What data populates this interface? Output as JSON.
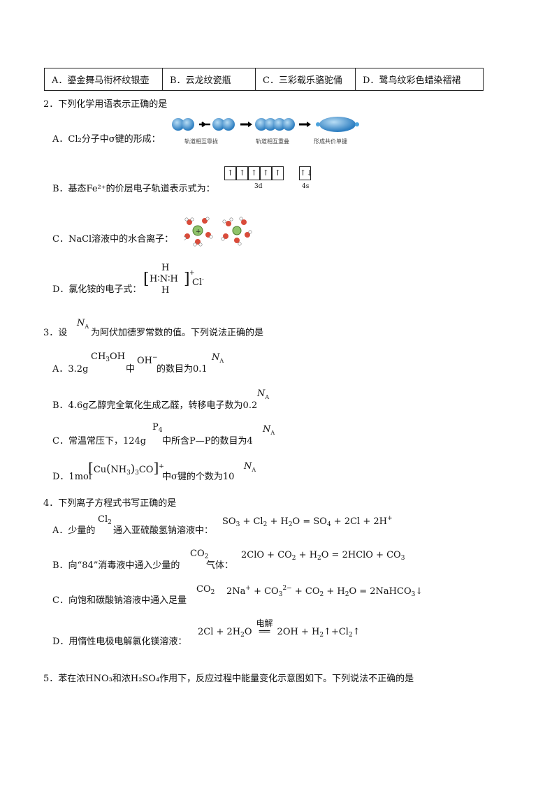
{
  "q1_options": [
    {
      "letter": "A．",
      "text": "鎏金舞马衔杯纹银壶"
    },
    {
      "letter": "B．",
      "text": "云龙纹瓷瓶"
    },
    {
      "letter": "C．",
      "text": "三彩载乐骆驼俑"
    },
    {
      "letter": "D．",
      "text": "鹭鸟纹彩色蜡染褶裙"
    }
  ],
  "q2": {
    "stem": "2．下列化学用语表示正确的是",
    "a_text": "A．Cl₂分子中σ键的形成：",
    "a_captions": [
      "轨道相互靠拢",
      "轨道相互重叠",
      "形成共价单键"
    ],
    "b_text": "B．基态Fe²⁺的价层电子轨道表示式为：",
    "b_3d": "3d",
    "b_4s": "4s",
    "c_text": "C．NaCl溶液中的水合离子：",
    "d_text": "D．氯化铵的电子式："
  },
  "q3": {
    "stem_pre": "3．设",
    "stem_post": "为阿伏加德罗常数的值。下列说法正确的是",
    "a_pre": "A．3.2g",
    "a_mid": "中",
    "a_post": "的数目为0.1",
    "b_pre": "B．4.6g乙醇完全氧化生成乙醛，转移电子数为0.2",
    "c_pre": "C．常温常压下，124g",
    "c_post": "中所含P—P的数目为4",
    "d_pre": "D．1mol",
    "d_post": "中σ键的个数为10"
  },
  "q4": {
    "stem": "4．下列离子方程式书写正确的是",
    "a_pre": "A．少量的",
    "a_post": "通入亚硫酸氢钠溶液中：",
    "b_pre": "B．向“84”消毒液中通入少量的",
    "b_post": "气体：",
    "c_pre": "C．向饱和碳酸钠溶液中通入足量",
    "d_pre": "D．用惰性电极电解氯化镁溶液：",
    "electrolysis": "电解"
  },
  "q5": {
    "stem": "5．苯在浓HNO₃和浓H₂SO₄作用下，反应过程中能量变化示意图如下。下列说法不正确的是"
  }
}
